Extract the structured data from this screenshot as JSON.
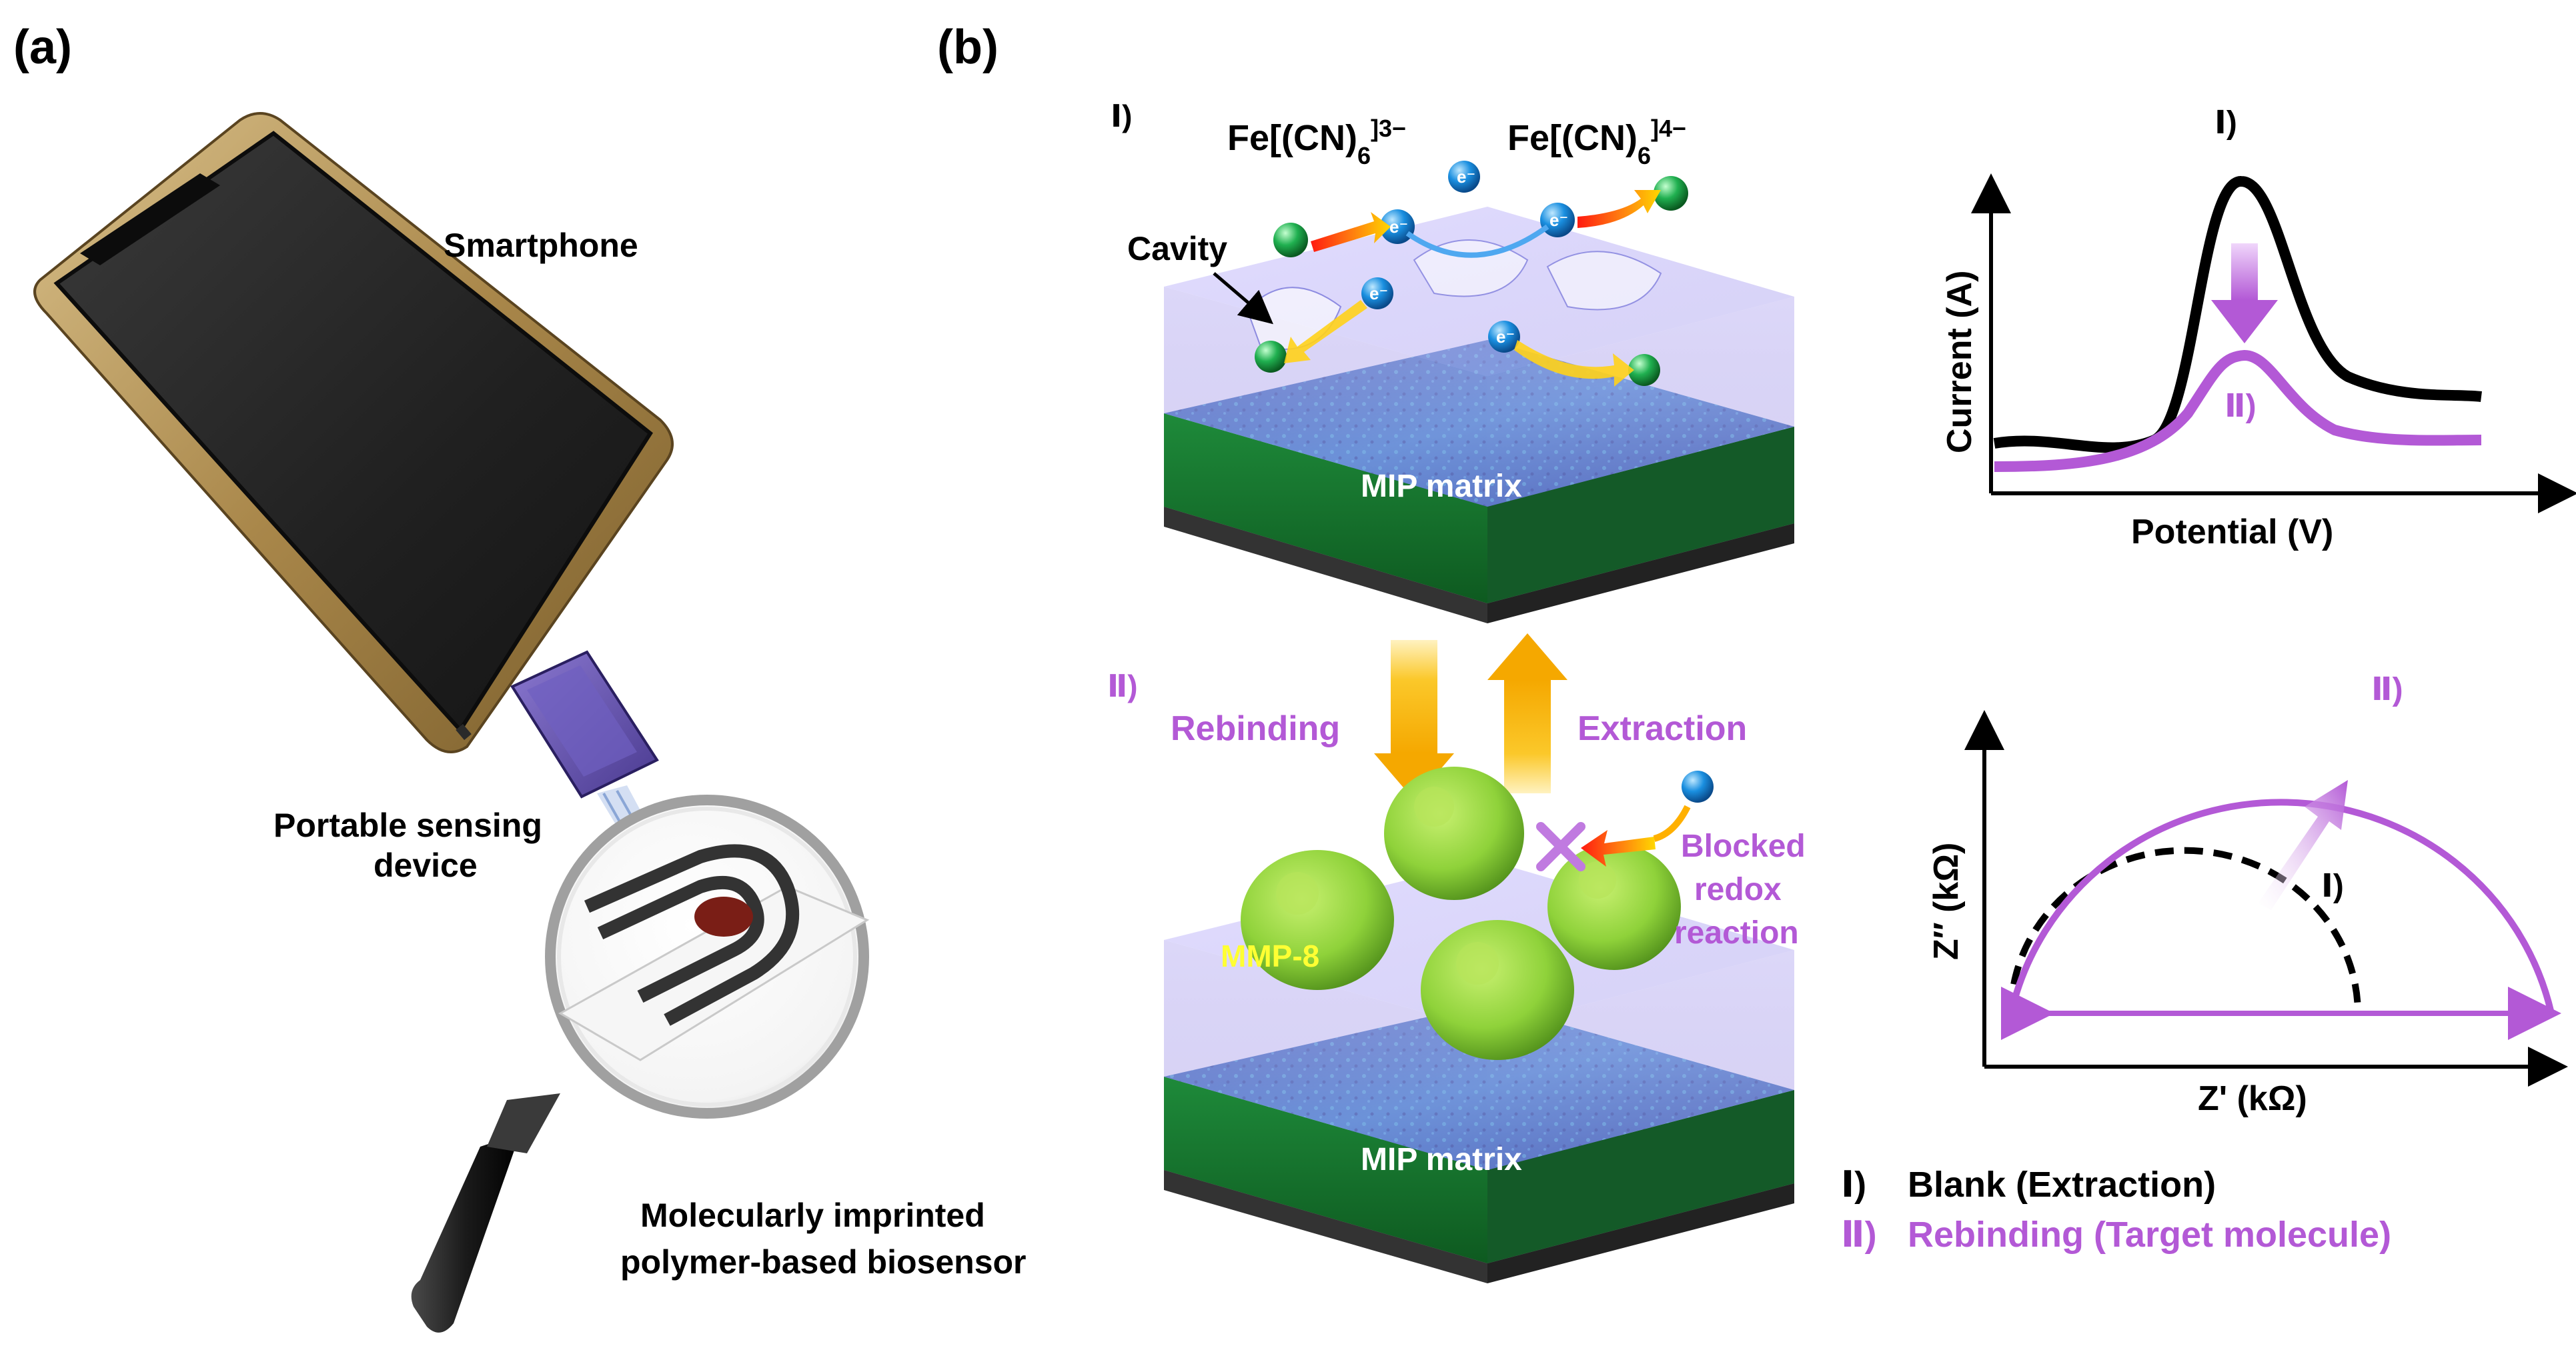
{
  "panels": {
    "a_label": "(a)",
    "b_label": "(b)"
  },
  "panel_a": {
    "smartphone": "Smartphone",
    "device_line1": "Portable sensing",
    "device_line2": "device",
    "sensor_line1": "Molecularly imprinted",
    "sensor_line2": "polymer-based biosensor"
  },
  "panel_b": {
    "state1": "Ⅰ)",
    "state2": "Ⅱ)",
    "ferri_base": "Fe[(CN)",
    "ferri_sub": "6",
    "ferri_sup": "]3−",
    "ferro_base": "Fe[(CN)",
    "ferro_sub": "6",
    "ferro_sup": "]4−",
    "electron": "e⁻",
    "cavity": "Cavity",
    "mip_matrix": "MIP matrix",
    "rebinding": "Rebinding",
    "extraction": "Extraction",
    "blocked_line1": "Blocked",
    "blocked_line2": "redox",
    "blocked_line3": "reaction",
    "mmp8": "MMP-8"
  },
  "cv_plot": {
    "ylabel": "Current (A)",
    "xlabel": "Potential (V)",
    "curve1_label": "Ⅰ)",
    "curve2_label": "Ⅱ)"
  },
  "eis_plot": {
    "ylabel": "Z″ (kΩ)",
    "xlabel": "Z' (kΩ)",
    "curve1_label": "Ⅰ)",
    "curve2_label": "Ⅱ)"
  },
  "legend": {
    "item1_mark": "Ⅰ)",
    "item1_text": "Blank (Extraction)",
    "item2_mark": "Ⅱ)",
    "item2_text": "Rebinding (Target molecule)"
  },
  "colors": {
    "purple": "#b359d6",
    "black": "#000000",
    "arrow_orange": "#f5b800",
    "arrow_red": "#ff2a1a",
    "protein_green": "#8fd23a",
    "matrix_blue": "#1f4fb0",
    "film_lavender": "#c8c0f0"
  },
  "icons": [
    "smartphone-icon",
    "usb-sensing-device-icon",
    "magnifier-icon",
    "electrode-strip-icon",
    "protein-icon",
    "redox-probe-icon"
  ]
}
